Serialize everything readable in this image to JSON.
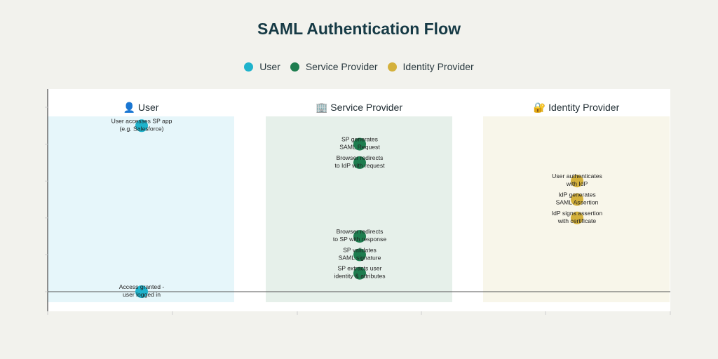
{
  "chart_data": {
    "type": "scatter",
    "title": "SAML Authentication Flow",
    "legend_position": "top-center",
    "grid": false,
    "lanes": [
      {
        "key": "user",
        "label": "👤 User",
        "color": "#1fb3cc",
        "bg": "#e6f6fa"
      },
      {
        "key": "sp",
        "label": "🏢 Service Provider",
        "color": "#1e7d4f",
        "bg": "#e6f0ea"
      },
      {
        "key": "idp",
        "label": "🔐 Identity Provider",
        "color": "#d4b13c",
        "bg": "#f8f6ea"
      }
    ],
    "series": [
      {
        "name": "User",
        "color": "#1fb3cc",
        "points": [
          {
            "x": 0,
            "y": 9,
            "label": [
              "User accesses SP app",
              "(e.g. Salesforce)"
            ]
          },
          {
            "x": 0,
            "y": 0,
            "label": [
              "Access granted -",
              "user logged in"
            ]
          }
        ]
      },
      {
        "name": "Service Provider",
        "color": "#1e7d4f",
        "points": [
          {
            "x": 1,
            "y": 8,
            "label": [
              "SP generates",
              "SAML Request"
            ]
          },
          {
            "x": 1,
            "y": 7,
            "label": [
              "Browser redirects",
              "to IdP with request"
            ]
          },
          {
            "x": 1,
            "y": 3,
            "label": [
              "Browser redirects",
              "to SP with response"
            ]
          },
          {
            "x": 1,
            "y": 2,
            "label": [
              "SP validates",
              "SAML signature"
            ]
          },
          {
            "x": 1,
            "y": 1,
            "label": [
              "SP extracts user",
              "identity & attributes"
            ]
          }
        ]
      },
      {
        "name": "Identity Provider",
        "color": "#d4b13c",
        "points": [
          {
            "x": 2,
            "y": 6,
            "label": [
              "User authenticates",
              "with IdP"
            ]
          },
          {
            "x": 2,
            "y": 5,
            "label": [
              "IdP generates",
              "SAML Assertion"
            ]
          },
          {
            "x": 2,
            "y": 4,
            "label": [
              "IdP signs assertion",
              "with certificate"
            ]
          }
        ]
      }
    ]
  }
}
